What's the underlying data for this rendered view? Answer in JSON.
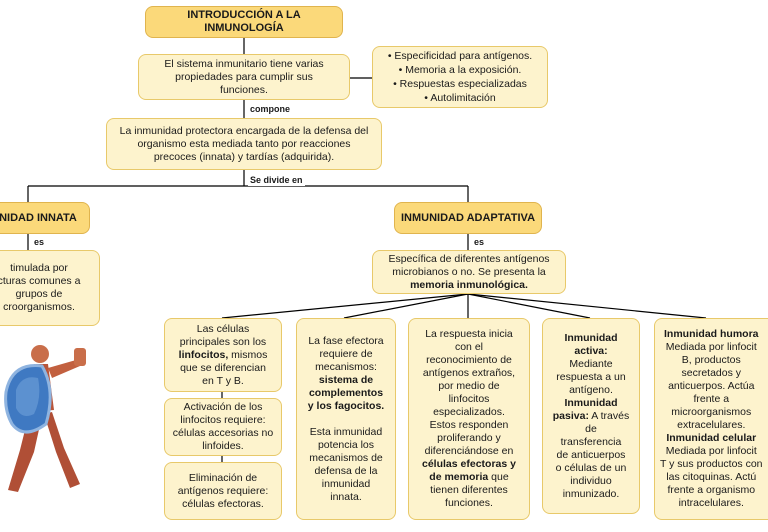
{
  "title": "INTRODUCCIÓN A LA INMUNOLOGÍA",
  "intro": "El sistema inmunitario tiene varias\npropiedades para cumplir sus\nfunciones.",
  "properties": [
    "Especificidad para antígenos.",
    "Memoria a la exposición.",
    "Respuestas especializadas",
    "Autolimitación"
  ],
  "connector_compone": "compone",
  "protective": "La inmunidad protectora encargada de la defensa del\norganismo esta mediada tanto por reacciones\nprecoces (innata) y tardías (adquirida).",
  "connector_divide": "Se divide en",
  "innate": {
    "header": "UNIDAD INNATA",
    "connector": "es",
    "desc": "timulada por\ncturas comunes a\ngrupos de\ncroorganismos."
  },
  "adaptive": {
    "header": "INMUNIDAD ADAPTATIVA",
    "connector": "es",
    "desc_1": "Específica de diferentes antígenos\nmicrobianos o no. Se presenta la",
    "desc_2": "memoria inmunológica."
  },
  "lymph": {
    "p1": "Las células\nprincipales son los",
    "p2": "linfocitos,",
    "p3": " mismos\nque se diferencian\nen T y B."
  },
  "activation": "Activación de los\nlinfocitos requiere:\ncélulas accesorias no\nlinfoides.",
  "elimination": "Eliminación de\nantígenos requiere:\ncélulas efectoras.",
  "effector": {
    "p1": "La fase efectora\nrequiere de\nmecanismos:",
    "p2": "sistema de\ncomplementos\ny los fagocitos.",
    "p3": "Esta inmunidad\npotencia los\nmecanismos de\ndefensa de la\ninmunidad\ninnata."
  },
  "response": {
    "p1": "La respuesta inicia\ncon el\nreconocimiento de\nantígenos extraños,\npor medio de\nlinfocitos\nespecializados.\nEstos responden\nproliferando y\ndiferenciándose en",
    "p2": "células efectoras y\nde memoria",
    "p3": " que\ntienen diferentes\nfunciones."
  },
  "active": {
    "h1": "Inmunidad\nactiva:",
    "t1": "Mediante\nrespuesta a un\nantígeno.",
    "h2": "Inmunidad\npasiva:",
    "t2": " A través\nde\ntransferencia\nde anticuerpos\no células de un\nindividuo\ninmunizado."
  },
  "humoral": {
    "h1": "Inmunidad humora",
    "t1": "Mediada por linfocit\nB, productos\nsecretados y\nanticuerpos. Actúa\nfrente a\nmicroorganismos\nextracelulares.",
    "h2": "Inmunidad celular",
    "t2": "Mediada por linfocit\nT y sus productos con\nlas citoquinas. Actú\nfrente a organismo\nintracelulares."
  },
  "colors": {
    "box_fill": "#fdf3cd",
    "box_border": "#e8c96a",
    "header_fill": "#fbd97a",
    "line": "#000000"
  },
  "icons": {
    "figure": "anatomy-figure-with-shield"
  }
}
